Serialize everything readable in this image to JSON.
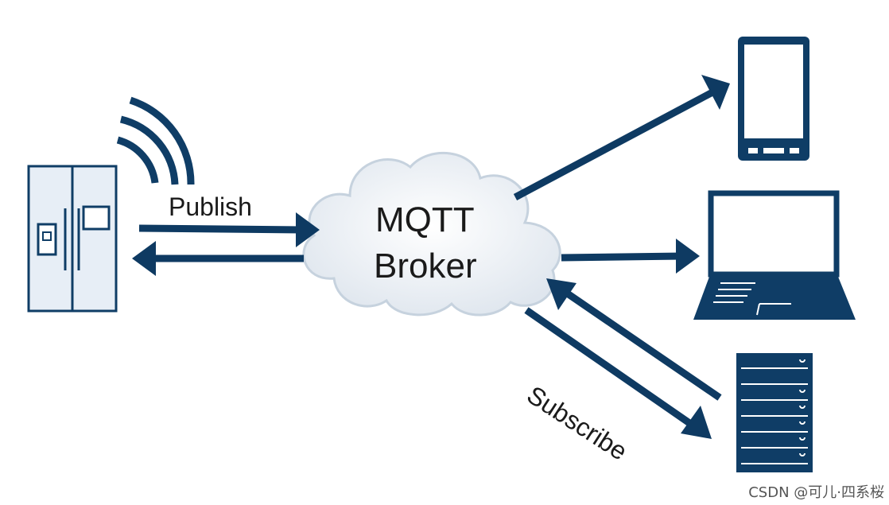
{
  "labels": {
    "publish": "Publish",
    "broker_line1": "MQTT",
    "broker_line2": "Broker",
    "subscribe": "Subscribe"
  },
  "watermark": "CSDN @可儿·四系桜",
  "icons": [
    "refrigerator-icon",
    "wifi-signal-icon",
    "cloud-icon",
    "smartphone-icon",
    "laptop-icon",
    "server-rack-icon"
  ],
  "colors": {
    "arrow": "#0e3a62",
    "icon_fill": "#0f3d66",
    "fridge_body": "#e7eef6",
    "cloud": "#e9eef4"
  }
}
